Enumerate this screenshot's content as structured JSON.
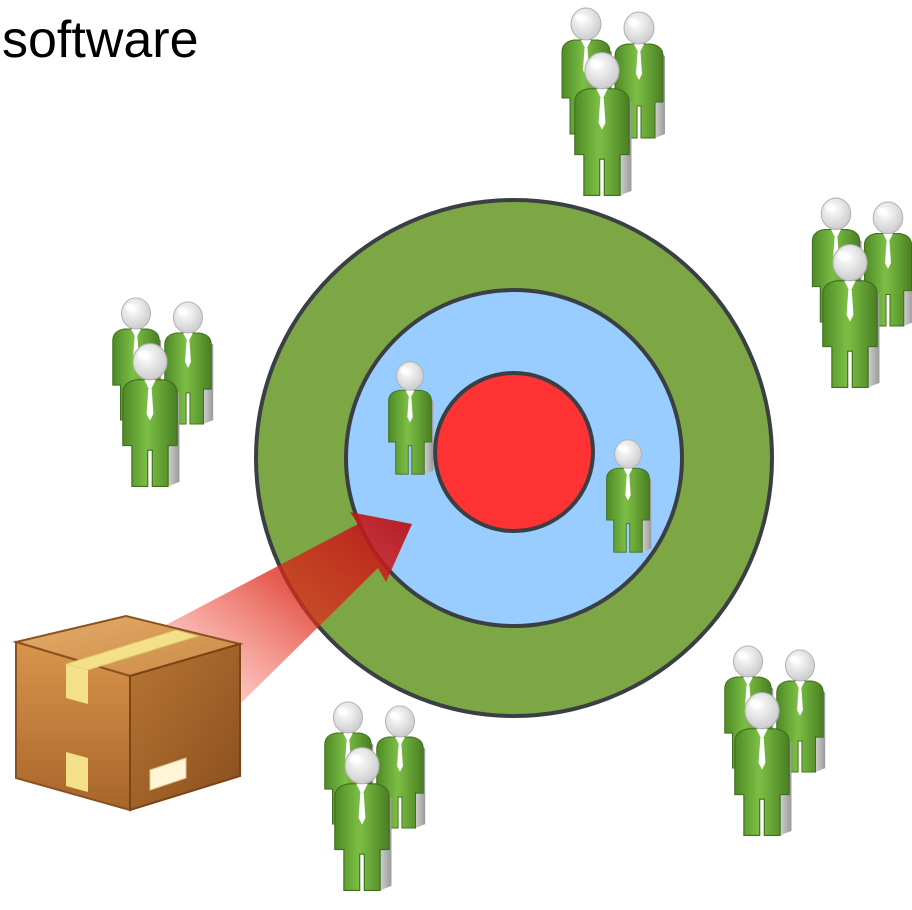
{
  "title": "software",
  "colors": {
    "outer_ring": "#7da645",
    "middle_ring": "#99ccff",
    "core": "#ff3333",
    "ring_stroke": "#3a3f44",
    "arrow": "#cc1a1a",
    "person_body": "#6aa33a",
    "person_head": "#f2f2f2",
    "box": "#c8823a",
    "tape": "#f5e08a"
  },
  "figures": {
    "target": "concentric-target",
    "inner_people": [
      "person-icon",
      "person-icon"
    ],
    "outer_groups": [
      "group-top",
      "group-upper-right",
      "group-left",
      "group-lower-right",
      "group-bottom"
    ],
    "package": "package-icon",
    "arrow": "delivery-arrow"
  }
}
